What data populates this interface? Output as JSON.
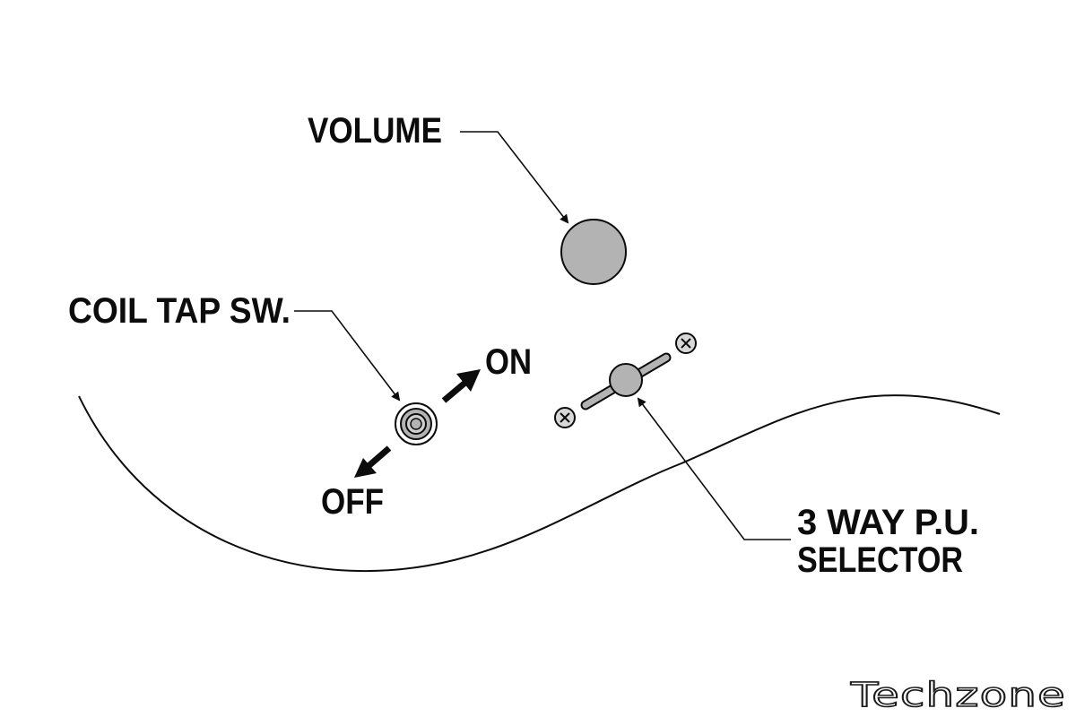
{
  "labels": {
    "volume": "VOLUME",
    "coil_tap": "COIL TAP SW.",
    "on": "ON",
    "off": "OFF",
    "selector_line1": "3 WAY P.U.",
    "selector_line2": "SELECTOR"
  },
  "watermark": "Techzone",
  "colors": {
    "ink": "#0c0c0c",
    "knob_fill": "#b3b3b3",
    "background": "#ffffff"
  }
}
